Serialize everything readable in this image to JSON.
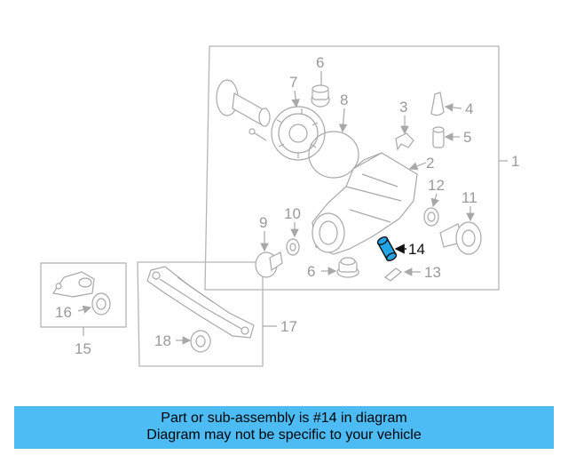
{
  "callouts": {
    "c1": "1",
    "c2": "2",
    "c3": "3",
    "c4": "4",
    "c5": "5",
    "c6a": "6",
    "c6b": "6",
    "c7": "7",
    "c8": "8",
    "c9": "9",
    "c10": "10",
    "c11": "11",
    "c12": "12",
    "c13": "13",
    "c14": "14",
    "c15": "15",
    "c16": "16",
    "c17": "17",
    "c18": "18"
  },
  "highlight": {
    "color": "#22a6e8",
    "part": "14"
  },
  "banner": {
    "line1": "Part or sub-assembly is #14 in diagram",
    "line2": "Diagram may not be specific to your vehicle",
    "color": "#4dbcf4"
  }
}
